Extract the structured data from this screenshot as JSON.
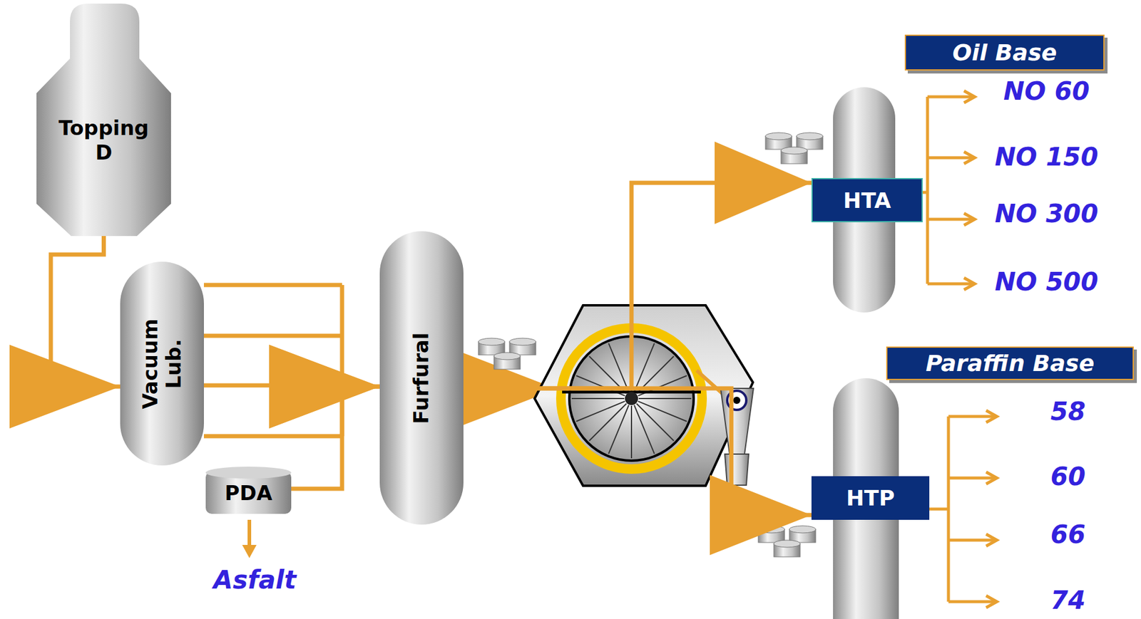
{
  "diagram": {
    "nodes": [
      {
        "text": [
          "Topping D"
        ]
      },
      {
        "text": [
          "Oil Base"
        ]
      },
      {
        "text": [
          "HTA"
        ]
      },
      {
        "text": [
          "Vacuum Lub."
        ]
      },
      {
        "text": [
          "Furfural"
        ]
      },
      {
        "text": [
          "Paraffin Base"
        ]
      },
      {
        "text": [
          "HTP"
        ]
      },
      {
        "text": [
          "PDA"
        ]
      }
    ],
    "edges": [
      {
        "from": 0,
        "to": 3,
        "arrow": "to"
      },
      {
        "from": 3,
        "to": 4,
        "arrow": "to"
      },
      {
        "from": 7,
        "to": 4,
        "arrow": "to"
      },
      {
        "from": 4,
        "to": 2,
        "arrow": "to"
      },
      {
        "from": 4,
        "to": 6,
        "arrow": "to"
      }
    ],
    "labels": [
      "NO 60",
      "NO 150",
      "NO 300",
      "NO 500",
      "58",
      "60",
      "66",
      "74",
      "Asfalt"
    ]
  }
}
